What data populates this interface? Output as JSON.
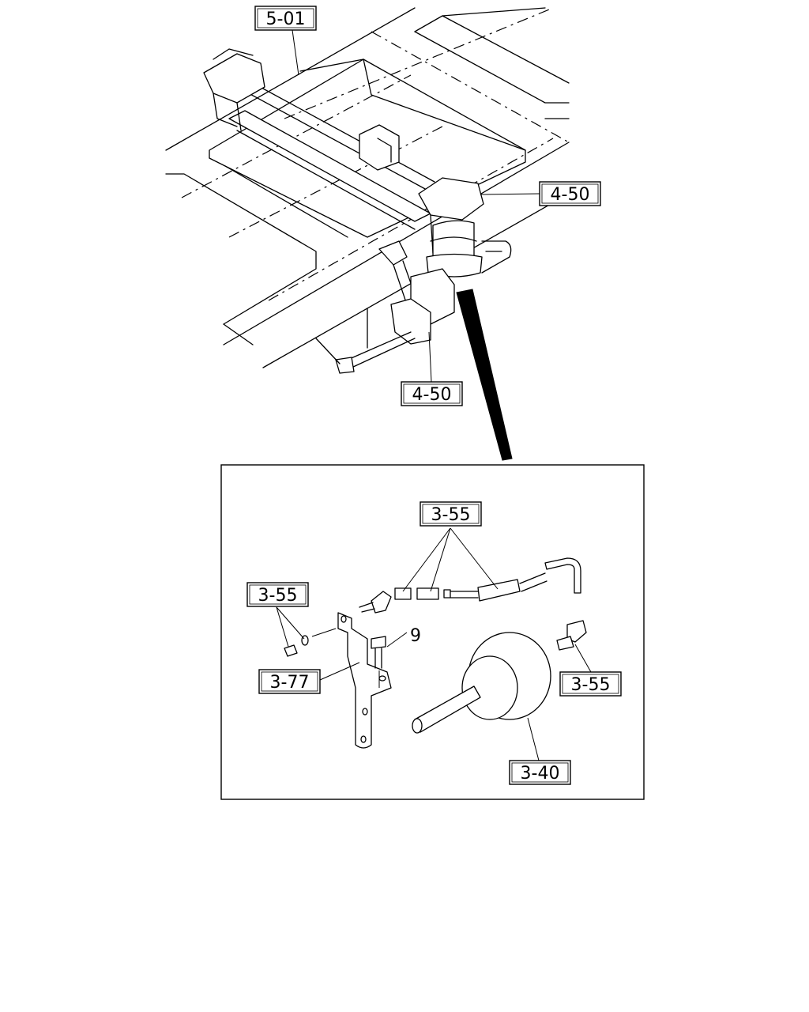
{
  "callouts": {
    "frame_501": "5-01",
    "air_spring_450_top": "4-50",
    "air_spring_450_bottom": "4-50",
    "pipe_355_top": "3-55",
    "fittings_355_left": "3-55",
    "bracket_377": "3-77",
    "bolt_9": "9",
    "elbow_355_right": "3-55",
    "chamber_340": "3-40"
  }
}
